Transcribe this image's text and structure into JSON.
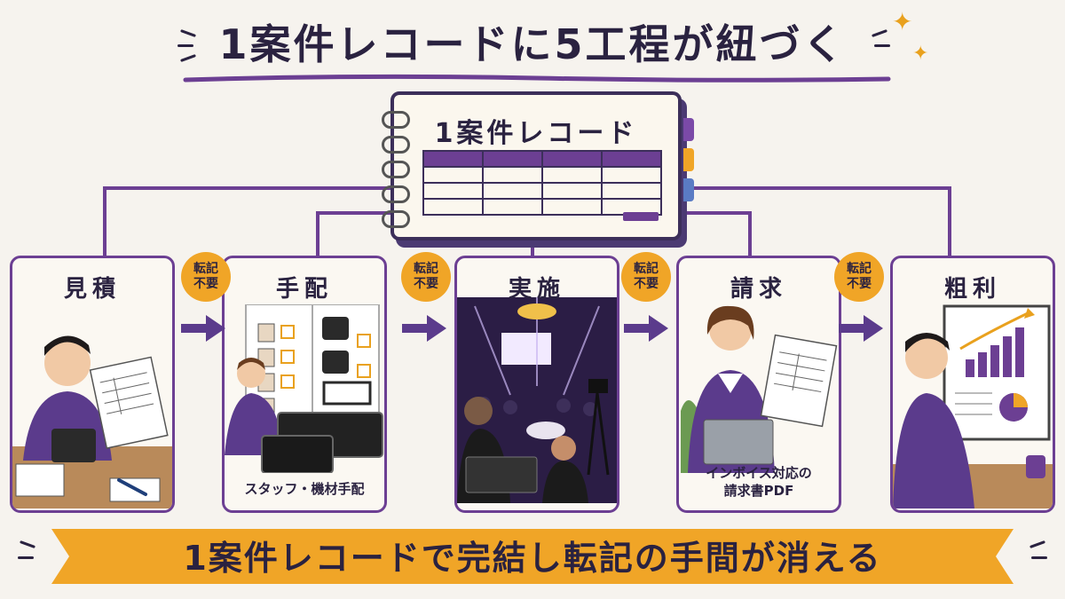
{
  "title": "1案件レコードに5工程が紐づく",
  "center": {
    "label": "1案件レコード"
  },
  "badges": [
    {
      "text": "転記\n不要"
    },
    {
      "text": "転記\n不要"
    },
    {
      "text": "転記\n不要"
    },
    {
      "text": "転記\n不要"
    }
  ],
  "steps": [
    {
      "title": "見積",
      "caption": ""
    },
    {
      "title": "手配",
      "caption": "スタッフ・機材手配"
    },
    {
      "title": "実施",
      "caption": ""
    },
    {
      "title": "請求",
      "caption": "インボイス対応の\n請求書PDF"
    },
    {
      "title": "粗利",
      "caption": ""
    }
  ],
  "banner": "1案件レコードで完結し転記の手間が消える",
  "colors": {
    "purple": "#6c3f93",
    "orange": "#f0a527",
    "navy": "#2a2240"
  }
}
